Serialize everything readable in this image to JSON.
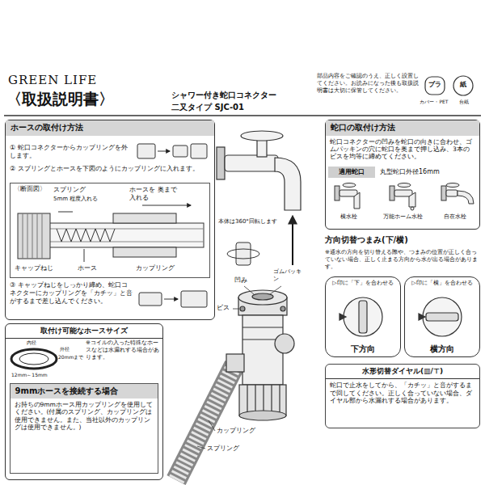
{
  "diagram": {
    "title": "〈取扱説明書〉",
    "nodes": [
      {
        "text": [
          "ホースの取付け方法"
        ]
      },
      {
        "text": [
          "〈断面図〉"
        ],
        "in": 0
      },
      {
        "text": [
          "取付け可能なホースサイズ"
        ]
      },
      {
        "text": [
          "9mmホースを接続する場合",
          "お持ちの9mmホース用カップリングを使用してください。(付属のスプリング、カップリングは使用できません。また、当社以外のカップリングは使用できません。)"
        ],
        "in": 2
      },
      {
        "text": [
          "蛇口の取付け方法",
          "蛇口コネクターの凹みを蛇口の向きに合わせ、ゴムパッキンの穴に蛇口を奥まで押し込み、3本のビスを均等に締めてください。"
        ]
      },
      {
        "text": [
          "適用蛇口"
        ],
        "in": 4
      },
      {
        "text": [
          "▷印に「下」を合わせる",
          "下方向"
        ]
      },
      {
        "text": [
          "▷印に「横」を合わせる",
          "横方向"
        ]
      },
      {
        "text": [
          "水形切替ダイヤル(▥/⊤)",
          "蛇口で止水をしてから、「カチッ」と音がするまで回してください。正しく合っていない場合、ダイヤル部から水漏れする場合があります。"
        ]
      }
    ],
    "labels": [
      "GREEN LIFE",
      "シャワー付き蛇口コネクター",
      "二又タイプ SJC-01",
      "部品内容をご確認のうえ、正しく設置してください。お読みになった後も取扱説明書は大切に保管してください。",
      "プラ",
      "紙",
      "カバー・PET",
      "台紙",
      "① 蛇口コネクターからカップリングを外します。",
      "② スプリングとホースを下図のようにカップリングに入れます。",
      "スプリング",
      "5mm 程度入れる",
      "ホースを 奥まで入れる",
      "キャップねじ",
      "ホース",
      "カップリング",
      "③ キャップねじをしっかり締め、蛇口コネクターにカップリングを「カチッ」と音がするまで差し込んでください。",
      "内径",
      "12mm～15mm",
      "外径",
      "20mmまで",
      "※コイルの入った特殊なホースなどは水漏れする場合があります。",
      "本体は360°回転します",
      "凹み",
      "ゴムパッキン",
      "ビス",
      "カップリング",
      "スプリング",
      "丸型蛇口外径16mm",
      "横水栓",
      "万能ホーム水栓",
      "自在水栓",
      "方向切替つまみ(下/横)",
      "※通水の方向を切り替える際や、つまみの位置が正しく合っていない場合、正しく止まる方向から水が出る場合があります。"
    ]
  }
}
